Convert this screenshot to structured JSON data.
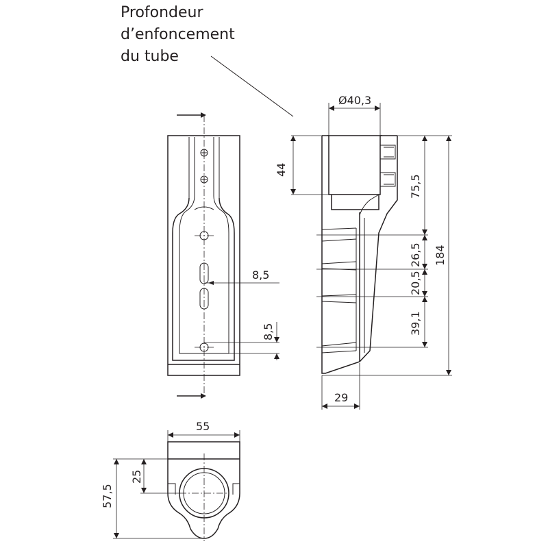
{
  "callout": {
    "line1": "Profondeur",
    "line2": "d’enfoncement",
    "line3": "du tube"
  },
  "dimensions": {
    "tube_diameter": "Ø40,3",
    "insertion_depth": "44",
    "upper_height": "75,5",
    "total_height": "184",
    "spacing_1": "26,5",
    "spacing_2": "20,5",
    "spacing_3": "39,1",
    "depth": "29",
    "slot_width": "8,5",
    "hole_offset": "8,5",
    "width": "55",
    "center_offset": "25",
    "bottom_depth": "57,5"
  }
}
